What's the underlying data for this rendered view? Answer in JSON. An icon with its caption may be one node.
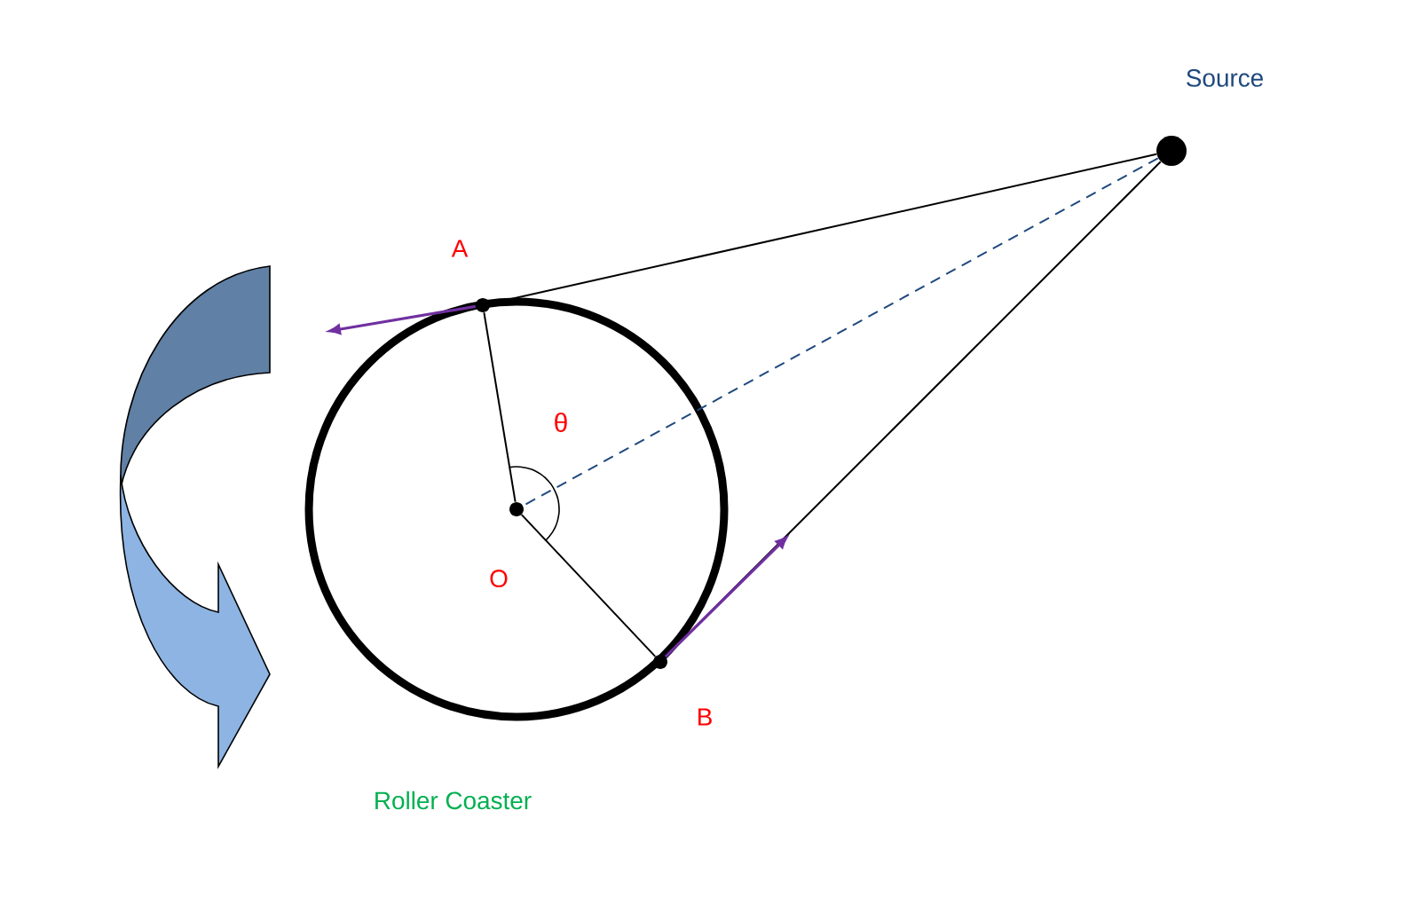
{
  "diagram": {
    "nodes": [
      {
        "text": [],
        "shape": "circle",
        "beside": [
          "Source"
        ]
      },
      {
        "text": [],
        "shape": "circle",
        "beside": [
          "Roller Coaster"
        ]
      },
      {
        "text": [],
        "shape": "circle",
        "beside": [
          "O"
        ],
        "in": 1
      },
      {
        "text": [],
        "shape": "point",
        "beside": [
          "A"
        ]
      },
      {
        "text": [],
        "shape": "point",
        "beside": [
          "B"
        ]
      }
    ],
    "edges": [
      {
        "from": 0,
        "to": 3,
        "arrow": "none"
      },
      {
        "from": 0,
        "to": 4,
        "arrow": "none"
      },
      {
        "from": 0,
        "to": 2,
        "arrow": "none",
        "style": "dashed",
        "color": "#1f497d"
      },
      {
        "from": 2,
        "to": 3,
        "arrow": "none"
      },
      {
        "from": 2,
        "to": 4,
        "arrow": "none"
      },
      {
        "from": 3,
        "to": null,
        "arrow": "to",
        "color": "#7030a0"
      },
      {
        "from": 4,
        "to": null,
        "arrow": "to",
        "color": "#7030a0"
      }
    ],
    "labels": [
      "θ"
    ]
  }
}
